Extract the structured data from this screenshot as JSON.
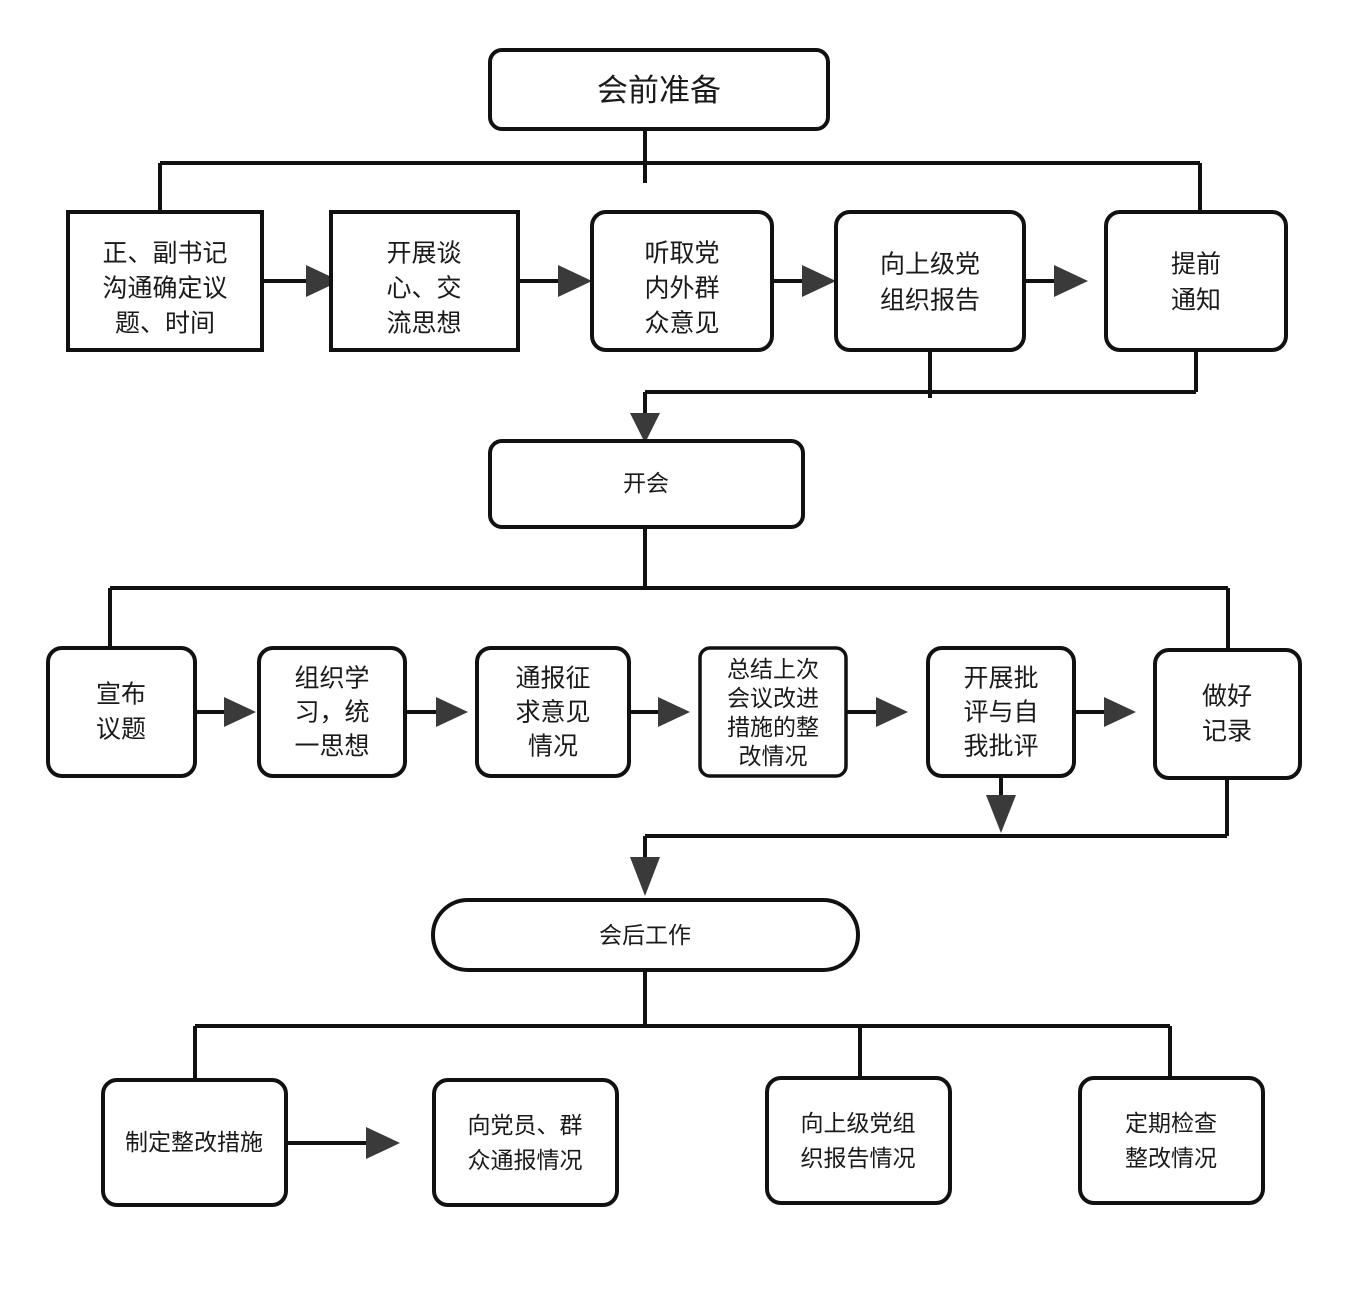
{
  "diagram": {
    "title": "会前准备",
    "type": "flowchart",
    "orientation": "top-to-bottom",
    "background_color": "#ffffff",
    "line_color": "#111111",
    "arrow_color": "#3a3a3a",
    "text_color": "#1a1a1a"
  },
  "stages": [
    {
      "id": "stage-pre-meeting",
      "label": "会前准备",
      "shape": "rounded-rect",
      "steps": [
        {
          "id": "pre-1",
          "lines": [
            "正、副书记",
            "沟通确定议",
            "题、时间"
          ],
          "shape": "rect"
        },
        {
          "id": "pre-2",
          "lines": [
            "开展谈",
            "心、交",
            "流思想"
          ],
          "shape": "rect"
        },
        {
          "id": "pre-3",
          "lines": [
            "听取党",
            "内外群",
            "众意见"
          ],
          "shape": "rounded-rect"
        },
        {
          "id": "pre-4",
          "lines": [
            "向上级党",
            "组织报告"
          ],
          "shape": "rounded-rect"
        },
        {
          "id": "pre-5",
          "lines": [
            "提前",
            "通知"
          ],
          "shape": "rounded-rect"
        }
      ]
    },
    {
      "id": "stage-meeting",
      "label": "开会",
      "shape": "rounded-rect",
      "steps": [
        {
          "id": "mtg-1",
          "lines": [
            "宣布",
            "议题"
          ],
          "shape": "rounded-rect"
        },
        {
          "id": "mtg-2",
          "lines": [
            "组织学",
            "习，统",
            "一思想"
          ],
          "shape": "rounded-rect"
        },
        {
          "id": "mtg-3",
          "lines": [
            "通报征",
            "求意见",
            "情况"
          ],
          "shape": "rounded-rect"
        },
        {
          "id": "mtg-4",
          "lines": [
            "总结上次",
            "会议改进",
            "措施的整",
            "改情况"
          ],
          "shape": "rounded-rect"
        },
        {
          "id": "mtg-5",
          "lines": [
            "开展批",
            "评与自",
            "我批评"
          ],
          "shape": "rounded-rect"
        },
        {
          "id": "mtg-6",
          "lines": [
            "做好",
            "记录"
          ],
          "shape": "rounded-rect"
        }
      ]
    },
    {
      "id": "stage-post-meeting",
      "label": "会后工作",
      "shape": "stadium",
      "steps": [
        {
          "id": "post-1",
          "lines": [
            "制定整改措施"
          ],
          "shape": "rounded-rect"
        },
        {
          "id": "post-2",
          "lines": [
            "向党员、群",
            "众通报情况"
          ],
          "shape": "rounded-rect"
        },
        {
          "id": "post-3",
          "lines": [
            "向上级党组",
            "织报告情况"
          ],
          "shape": "rounded-rect"
        },
        {
          "id": "post-4",
          "lines": [
            "定期检查",
            "整改情况"
          ],
          "shape": "rounded-rect"
        }
      ]
    }
  ],
  "connections": [
    {
      "from": "stage-pre-meeting",
      "to": "pre-1",
      "kind": "branch"
    },
    {
      "from": "stage-pre-meeting",
      "to": "pre-5",
      "kind": "branch"
    },
    {
      "from": "pre-1",
      "to": "pre-2",
      "kind": "arrow"
    },
    {
      "from": "pre-2",
      "to": "pre-3",
      "kind": "arrow"
    },
    {
      "from": "pre-3",
      "to": "pre-4",
      "kind": "arrow"
    },
    {
      "from": "pre-4",
      "to": "pre-5",
      "kind": "arrow"
    },
    {
      "from": "pre-4",
      "to": "stage-meeting",
      "kind": "merge-arrow"
    },
    {
      "from": "pre-5",
      "to": "stage-meeting",
      "kind": "merge-arrow"
    },
    {
      "from": "stage-meeting",
      "to": "mtg-1",
      "kind": "branch"
    },
    {
      "from": "stage-meeting",
      "to": "mtg-6",
      "kind": "branch"
    },
    {
      "from": "mtg-1",
      "to": "mtg-2",
      "kind": "arrow"
    },
    {
      "from": "mtg-2",
      "to": "mtg-3",
      "kind": "arrow"
    },
    {
      "from": "mtg-3",
      "to": "mtg-4",
      "kind": "arrow"
    },
    {
      "from": "mtg-4",
      "to": "mtg-5",
      "kind": "arrow"
    },
    {
      "from": "mtg-5",
      "to": "mtg-6",
      "kind": "arrow"
    },
    {
      "from": "mtg-5",
      "to": "stage-post-meeting",
      "kind": "merge-arrow"
    },
    {
      "from": "mtg-6",
      "to": "stage-post-meeting",
      "kind": "merge-arrow"
    },
    {
      "from": "stage-post-meeting",
      "to": "post-1",
      "kind": "branch"
    },
    {
      "from": "stage-post-meeting",
      "to": "post-3",
      "kind": "branch"
    },
    {
      "from": "stage-post-meeting",
      "to": "post-4",
      "kind": "branch"
    },
    {
      "from": "post-1",
      "to": "post-2",
      "kind": "arrow"
    }
  ]
}
